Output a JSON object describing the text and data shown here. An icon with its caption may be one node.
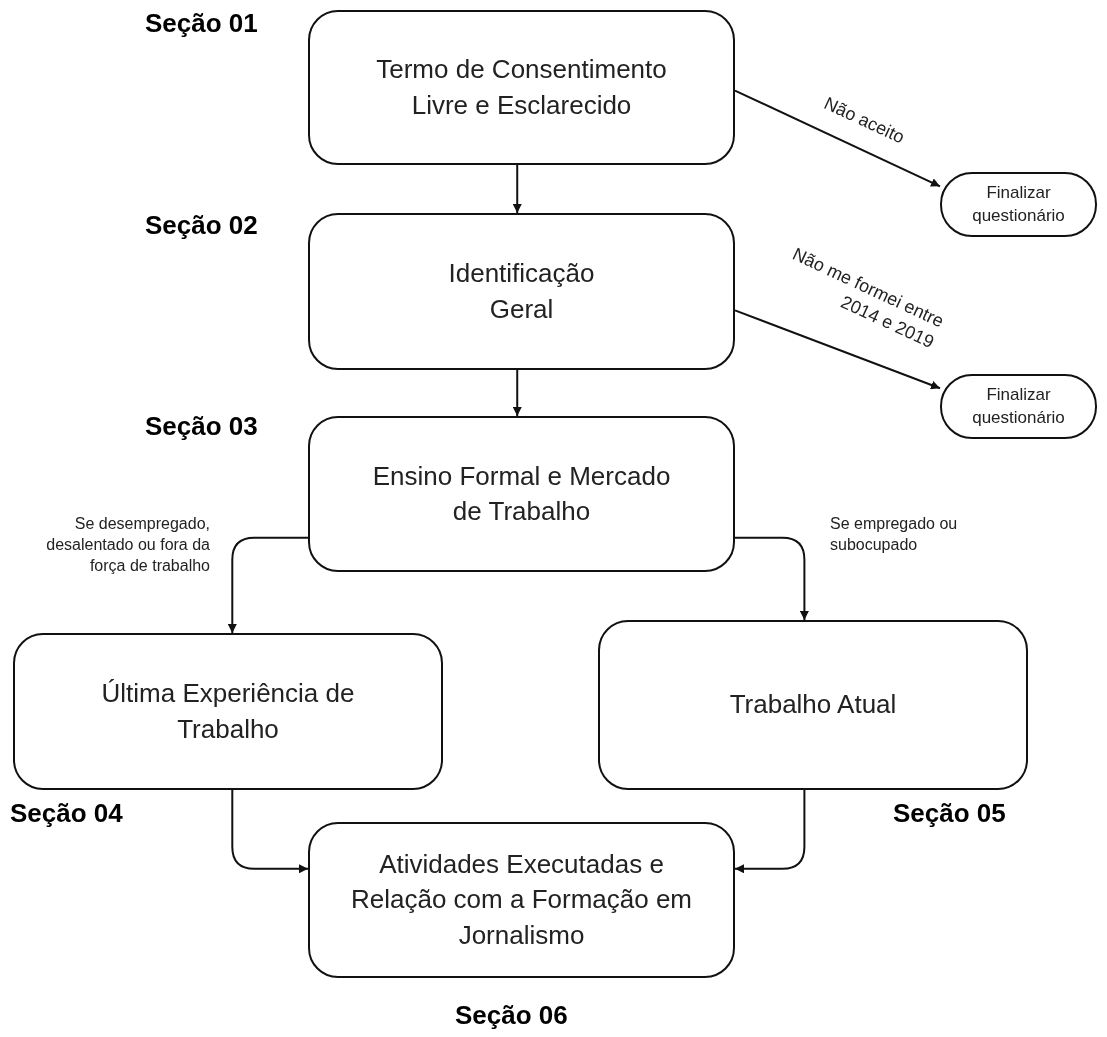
{
  "diagram": {
    "nodes": [
      {
        "text": [
          "Termo de Consentimento Livre e Esclarecido"
        ],
        "beside": [
          "Seção 01"
        ]
      },
      {
        "text": [
          "Finalizar questionário"
        ]
      },
      {
        "text": [
          "Identificação Geral"
        ],
        "beside": [
          "Seção 02"
        ]
      },
      {
        "text": [
          "Finalizar questionário"
        ]
      },
      {
        "text": [
          "Ensino Formal e Mercado de Trabalho"
        ],
        "beside": [
          "Seção 03"
        ]
      },
      {
        "text": [
          "Última Experiência de Trabalho"
        ],
        "beside": [
          "Seção 04"
        ]
      },
      {
        "text": [
          "Trabalho Atual"
        ],
        "beside": [
          "Seção 05"
        ]
      },
      {
        "text": [
          "Atividades Executadas e Relação com a Formação em Jornalismo"
        ],
        "beside": [
          "Seção 06"
        ]
      }
    ],
    "edges": [
      {
        "from": 0,
        "to": 1,
        "arrow": "to",
        "label": "Não aceito"
      },
      {
        "from": 0,
        "to": 2,
        "arrow": "to"
      },
      {
        "from": 2,
        "to": 3,
        "arrow": "to",
        "label": "Não me formei entre 2014 e 2019"
      },
      {
        "from": 2,
        "to": 4,
        "arrow": "to"
      },
      {
        "from": 4,
        "to": 5,
        "arrow": "to",
        "label": "Se desempregado, desalentado ou fora da força de trabalho"
      },
      {
        "from": 4,
        "to": 6,
        "arrow": "to",
        "label": "Se empregado ou subocupado"
      },
      {
        "from": 5,
        "to": 7,
        "arrow": "to"
      },
      {
        "from": 6,
        "to": 7,
        "arrow": "to"
      }
    ]
  }
}
